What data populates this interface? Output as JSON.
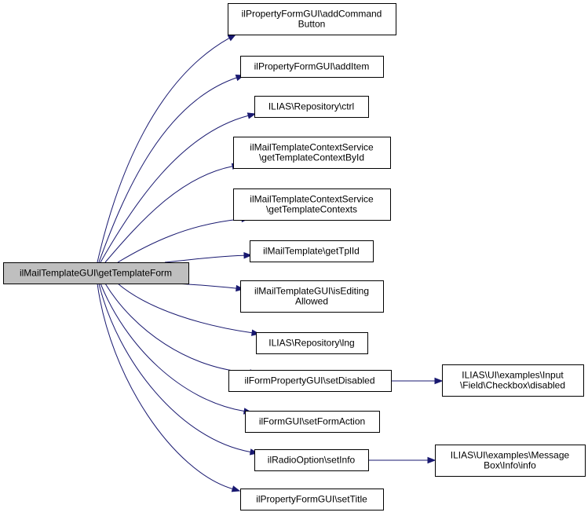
{
  "diagram": {
    "nodes": [
      {
        "id": "root",
        "lines": [
          "ilMailTemplateGUI\\getTemplateForm"
        ],
        "root": true
      },
      {
        "id": "n1",
        "lines": [
          "ilPropertyFormGUI\\addCommand",
          "Button"
        ]
      },
      {
        "id": "n2",
        "lines": [
          "ilPropertyFormGUI\\addItem"
        ]
      },
      {
        "id": "n3",
        "lines": [
          "ILIAS\\Repository\\ctrl"
        ]
      },
      {
        "id": "n4",
        "lines": [
          "ilMailTemplateContextService",
          "\\getTemplateContextById"
        ]
      },
      {
        "id": "n5",
        "lines": [
          "ilMailTemplateContextService",
          "\\getTemplateContexts"
        ]
      },
      {
        "id": "n6",
        "lines": [
          "ilMailTemplate\\getTplId"
        ]
      },
      {
        "id": "n7",
        "lines": [
          "ilMailTemplateGUI\\isEditing",
          "Allowed"
        ]
      },
      {
        "id": "n8",
        "lines": [
          "ILIAS\\Repository\\lng"
        ]
      },
      {
        "id": "n9",
        "lines": [
          "ilFormPropertyGUI\\setDisabled"
        ]
      },
      {
        "id": "n10",
        "lines": [
          "ilFormGUI\\setFormAction"
        ]
      },
      {
        "id": "n11",
        "lines": [
          "ilRadioOption\\setInfo"
        ]
      },
      {
        "id": "n12",
        "lines": [
          "ilPropertyFormGUI\\setTitle"
        ]
      },
      {
        "id": "n13",
        "lines": [
          "ILIAS\\UI\\examples\\Input",
          "\\Field\\Checkbox\\disabled"
        ]
      },
      {
        "id": "n14",
        "lines": [
          "ILIAS\\UI\\examples\\Message",
          "Box\\Info\\info"
        ]
      }
    ],
    "edges": [
      {
        "from": "root",
        "to": "n1"
      },
      {
        "from": "root",
        "to": "n2"
      },
      {
        "from": "root",
        "to": "n3"
      },
      {
        "from": "root",
        "to": "n4"
      },
      {
        "from": "root",
        "to": "n5"
      },
      {
        "from": "root",
        "to": "n6"
      },
      {
        "from": "root",
        "to": "n7"
      },
      {
        "from": "root",
        "to": "n8"
      },
      {
        "from": "root",
        "to": "n9"
      },
      {
        "from": "root",
        "to": "n10"
      },
      {
        "from": "root",
        "to": "n11"
      },
      {
        "from": "root",
        "to": "n12"
      },
      {
        "from": "n9",
        "to": "n13"
      },
      {
        "from": "n11",
        "to": "n14"
      }
    ],
    "colors": {
      "edge": "#191970",
      "root_fill": "#bfbfbf",
      "node_fill": "#ffffff",
      "node_border": "#000000"
    }
  }
}
